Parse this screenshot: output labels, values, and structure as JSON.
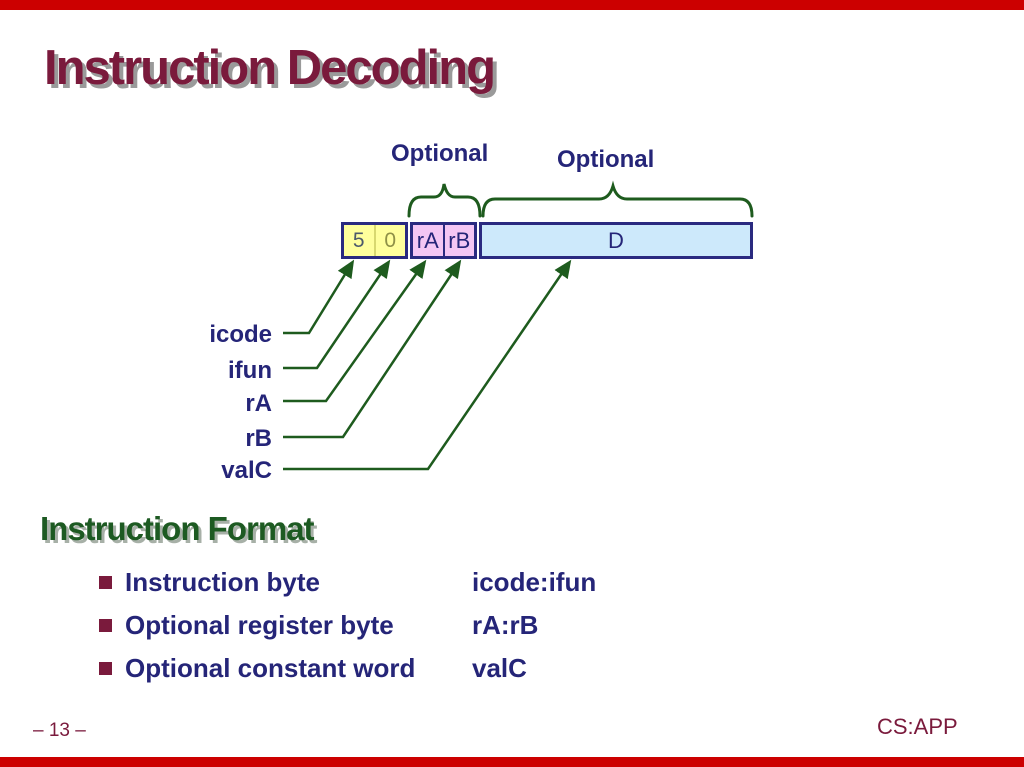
{
  "slide": {
    "title": "Instruction Decoding",
    "page_number": "– 13 –",
    "footer_brand": "CS:APP"
  },
  "diagram": {
    "optional_label_1": "Optional",
    "optional_label_2": "Optional",
    "fields": {
      "icode_value": "5",
      "ifun_value": "0",
      "ra_label": "rA",
      "rb_label": "rB",
      "d_label": "D"
    },
    "pointers": [
      "icode",
      "ifun",
      "rA",
      "rB",
      "valC"
    ]
  },
  "section": {
    "heading": "Instruction Format",
    "bullets": [
      {
        "label": "Instruction byte",
        "value": "icode:ifun"
      },
      {
        "label": "Optional register byte",
        "value": "rA:rB"
      },
      {
        "label": "Optional constant word",
        "value": "valC"
      }
    ]
  },
  "colors": {
    "accent_maroon": "#7A1A3C",
    "navy_text": "#252578",
    "green_lines": "#1E5B1E",
    "heading_green": "#1D5A22",
    "byte_fill": "#FFFF9C",
    "register_fill": "#F4C6F4",
    "constant_fill": "#CDE9FB",
    "border_navy": "#2A2A80",
    "edge_bar_red": "#CC0000"
  }
}
